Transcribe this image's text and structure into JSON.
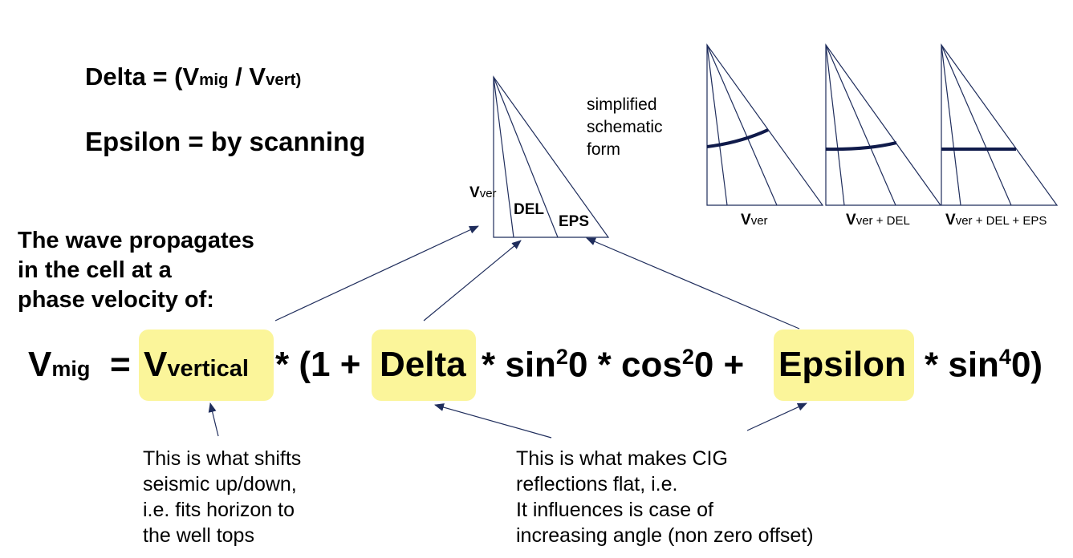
{
  "definitions": {
    "delta_line": {
      "lhs": "Delta = (V",
      "sub1": "mig",
      "mid": " / V",
      "sub2": "vert",
      "rhs": ")"
    },
    "epsilon_line": "Epsilon = by scanning"
  },
  "left_intro": {
    "line1": "The wave propagates",
    "line2": "in the cell at a",
    "line3": "phase velocity of:"
  },
  "main_triangle": {
    "vver": {
      "v": "V",
      "sub": "ver"
    },
    "del": "DEL",
    "eps": "EPS"
  },
  "schematic_caption": {
    "line1": "simplified",
    "line2": "schematic",
    "line3": "form"
  },
  "schematic_panels": [
    {
      "v": "V",
      "sub": "ver"
    },
    {
      "v": "V",
      "sub": "ver + DEL"
    },
    {
      "v": "V",
      "sub": "ver + DEL + EPS"
    }
  ],
  "formula": {
    "v": "V",
    "v_sub": "mig",
    "eq": "=",
    "vvert_v": "V",
    "vvert_sub": "vertical",
    "part1": "* (1 +",
    "delta": "Delta",
    "part2": "* sin",
    "sup_a": "2",
    "part3": "0 * cos",
    "sup_b": "2",
    "part4": "0 +",
    "epsilon": "Epsilon",
    "part5": "* sin",
    "sup_c": "4",
    "part6": "0)"
  },
  "note_left": {
    "line1": "This is what shifts",
    "line2": "seismic up/down,",
    "line3": "i.e. fits horizon to",
    "line4": "the well tops"
  },
  "note_right": {
    "line1": "This is what makes CIG",
    "line2": "reflections flat, i.e.",
    "line3": "It influences is case of",
    "line4": "increasing angle (non zero offset)"
  },
  "colors": {
    "highlight": "#fbf59a",
    "line": "#1f2d5c",
    "curve": "#0f1a4a"
  }
}
